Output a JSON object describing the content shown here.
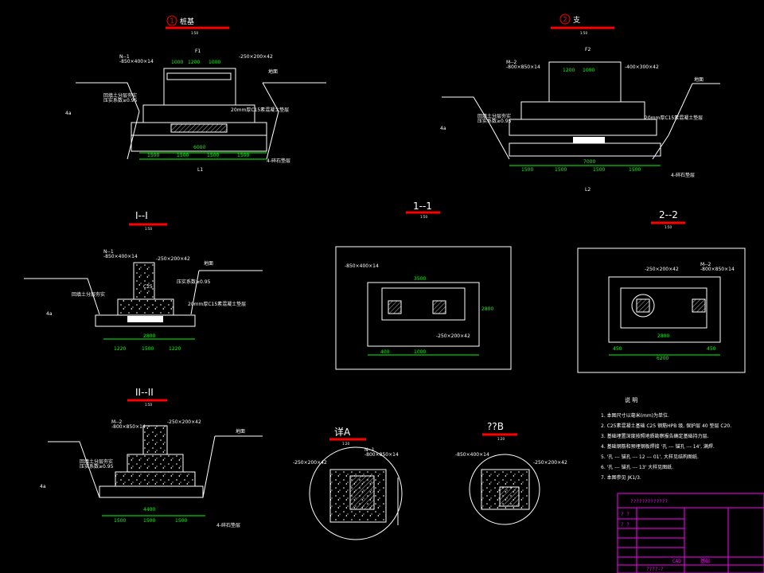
{
  "views": {
    "v1": {
      "num": "1",
      "label": "桩基",
      "scale": "1:50"
    },
    "v2": {
      "num": "2",
      "label": "支",
      "scale": "1:50"
    },
    "s11": {
      "label": "1--1",
      "scale": "1:50"
    },
    "s22": {
      "label": "2--2",
      "scale": "1:50"
    },
    "sI": {
      "label": "I--I",
      "scale": "1:50"
    },
    "sII": {
      "label": "II--II",
      "scale": "1:50"
    },
    "dA": {
      "label": "详A",
      "scale": "1:20"
    },
    "dB": {
      "label": "??B",
      "scale": "1:20"
    }
  },
  "labels": {
    "n1": "N--1",
    "n1dim": "-850×400×14",
    "plate": "-250×200×42",
    "m2": "M--2",
    "m2dim": "-800×850×14",
    "plate2": "-400×300×42",
    "p1": "F1",
    "p2": "F2",
    "cushion": "20mm厚C15素混凝土垫层",
    "soil": "回填土分层夯实",
    "compact": "压实系数≥0.95",
    "gravel": "4-碎石垫层",
    "c25": "C25",
    "u1": "L1",
    "u2": "L2",
    "a4": "4a",
    "ground": "地面",
    "notes_title": "说 明",
    "notes": [
      "1. 本图尺寸以毫米(mm)为单位.",
      "2. C25素混凝土基础 C25  钢筋HPB 级, 保护层 40 垫层 C20.",
      "3. 基础埋置深度按照地质勘察报告确定基础持力层.",
      "4. 基础钢筋和预埋钢板焊接 '孔 --- 锚孔 --- 14', 满焊.",
      "5. '孔 --- 锚孔 --- 12 --- 01', 大样见结构图纸.",
      "6. '孔 --- 锚孔 --- 13' 大样见图纸.",
      "7. 本图参见 JK1/3."
    ],
    "tb": {
      "project": "?????????????",
      "cad": "CAD",
      "r1": "? ?",
      "r2": "? ?",
      "sheet": "基础",
      "num": "????-?"
    }
  },
  "dims": {
    "v1": [
      "1000",
      "1200",
      "1000",
      "6000",
      "1500",
      "1500",
      "1500",
      "1500"
    ],
    "v2": [
      "7000",
      "1200",
      "1000",
      "1500",
      "1500",
      "1500",
      "1500"
    ],
    "s11": [
      "3500",
      "1000",
      "400",
      "2800"
    ],
    "s22": [
      "6200",
      "2800",
      "450",
      "450"
    ],
    "sI": [
      "1220",
      "1500",
      "1220",
      "2800"
    ],
    "sII": [
      "1500",
      "1500",
      "1500",
      "4400"
    ]
  }
}
